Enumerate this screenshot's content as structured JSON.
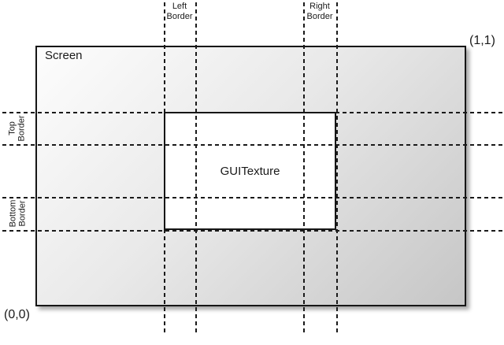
{
  "diagram": {
    "labels": {
      "screen": "Screen",
      "guitexture": "GUITexture",
      "coord_top_right": "(1,1)",
      "coord_bottom_left": "(0,0)",
      "left_border": {
        "line1": "Left",
        "line2": "Border"
      },
      "right_border": {
        "line1": "Right",
        "line2": "Border"
      },
      "top_border": {
        "line1": "Top",
        "line2": "Border"
      },
      "bottom_border": {
        "line1": "Bottom",
        "line2": "Border"
      }
    },
    "colors": {
      "line": "#1a1a1a",
      "screen_gradient_start": "#fdfdfd",
      "screen_gradient_end": "#c6c6c6",
      "texture_fill": "#ffffff",
      "background": "#ffffff"
    },
    "lines": [
      {
        "name": "left-border-outer-line",
        "orientation": "vertical",
        "pos": 208,
        "from": 3,
        "to": 425,
        "layer": "under"
      },
      {
        "name": "left-border-inner-line",
        "orientation": "vertical",
        "pos": 248,
        "from": 3,
        "to": 425,
        "layer": "over"
      },
      {
        "name": "right-border-inner-line",
        "orientation": "vertical",
        "pos": 385,
        "from": 3,
        "to": 425,
        "layer": "over"
      },
      {
        "name": "right-border-outer-line",
        "orientation": "vertical",
        "pos": 427,
        "from": 3,
        "to": 425,
        "layer": "under"
      },
      {
        "name": "top-border-outer-line",
        "orientation": "horizontal",
        "pos": 142,
        "from": 3,
        "to": 638,
        "layer": "under"
      },
      {
        "name": "top-border-inner-line",
        "orientation": "horizontal",
        "pos": 183,
        "from": 3,
        "to": 638,
        "layer": "over"
      },
      {
        "name": "bottom-border-inner-line",
        "orientation": "horizontal",
        "pos": 250,
        "from": 3,
        "to": 638,
        "layer": "over"
      },
      {
        "name": "bottom-border-outer-line",
        "orientation": "horizontal",
        "pos": 292,
        "from": 3,
        "to": 638,
        "layer": "under"
      }
    ]
  }
}
